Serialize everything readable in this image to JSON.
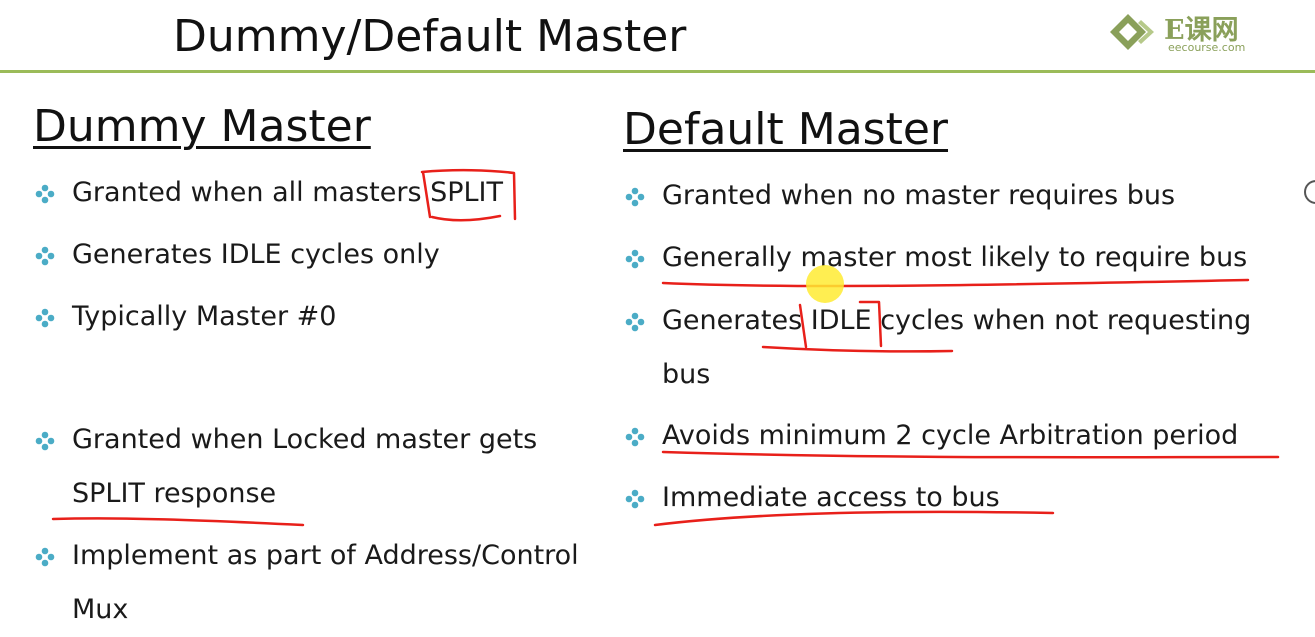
{
  "slide": {
    "title": "Dummy/Default Master",
    "logo": {
      "main": "E课网",
      "sub": "eecourse.com"
    }
  },
  "left": {
    "heading": "Dummy Master",
    "bullets": [
      {
        "text": "Granted when all masters SPLIT"
      },
      {
        "text": "Generates IDLE cycles only"
      },
      {
        "text": "Typically Master #0"
      },
      {
        "text": "Granted when Locked master gets",
        "cont": "SPLIT response"
      },
      {
        "text": "Implement as part of Address/Control",
        "cont": "Mux"
      }
    ]
  },
  "right": {
    "heading": "Default Master",
    "bullets": [
      {
        "text": "Granted when no master requires bus"
      },
      {
        "text": "Generally master most likely to require bus"
      },
      {
        "text": "Generates IDLE cycles when not requesting",
        "cont": "bus"
      },
      {
        "text": "Avoids minimum 2 cycle Arbitration period"
      },
      {
        "text": "Immediate access to bus"
      }
    ]
  },
  "colors": {
    "accent_rule": "#9bbb59",
    "bullet": "#4bacc6",
    "annotation": "#e8201a",
    "cursor_highlight": "#ffeb32"
  },
  "icons": {
    "bullet": "diamond-bullet-icon",
    "logo": "eecourse-logo-icon"
  }
}
